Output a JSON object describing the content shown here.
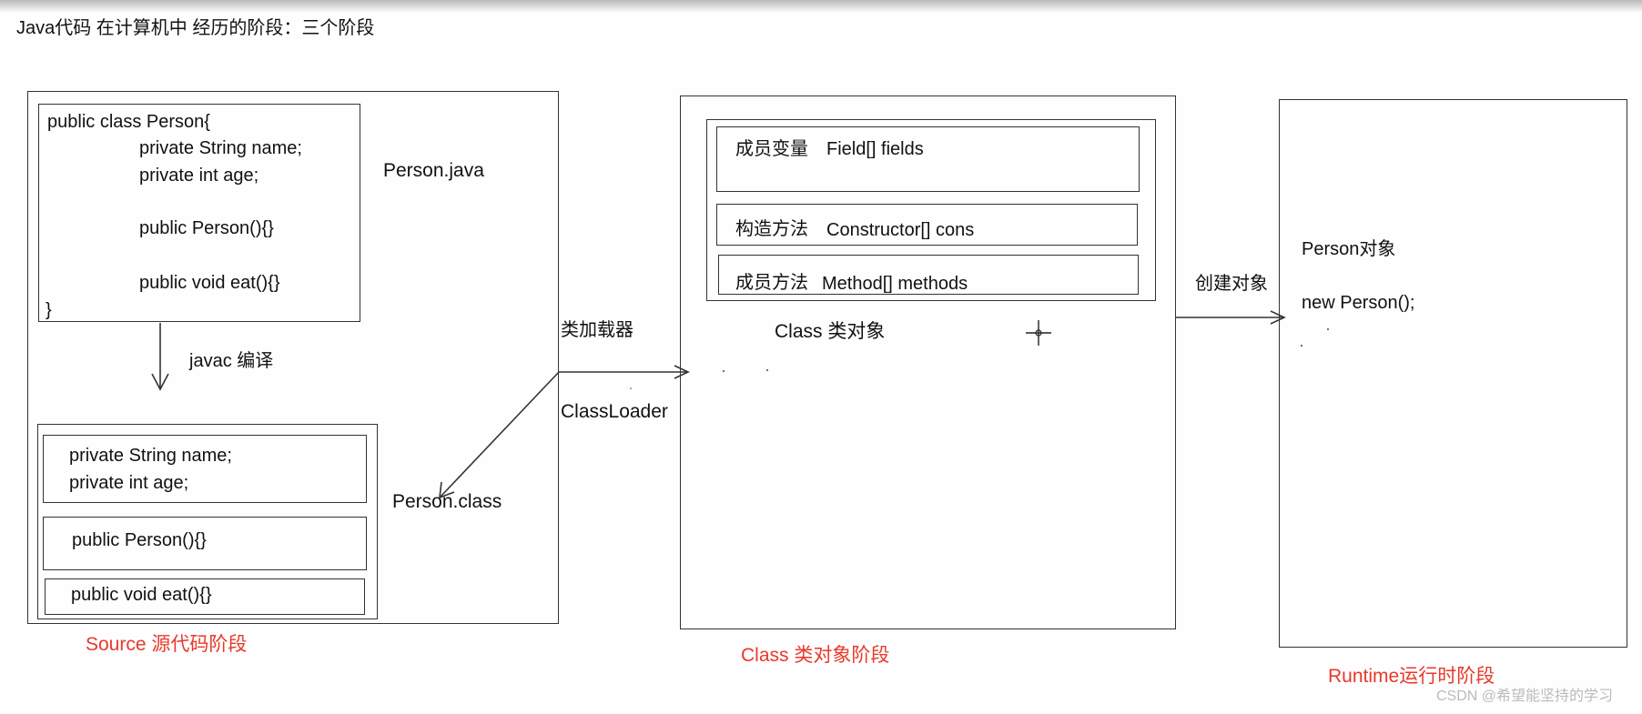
{
  "title": "Java代码 在计算机中 经历的阶段：三个阶段",
  "source_stage": {
    "label": "Source 源代码阶段",
    "java_file_label": "Person.java",
    "class_file_label": "Person.class",
    "java_code": [
      "public class Person{",
      "private String name;",
      "private int age;",
      "public Person(){}",
      "public void eat(){}",
      "}"
    ],
    "compile_label": "javac 编译",
    "class_parts": {
      "fields": [
        "private String name;",
        "private int age;"
      ],
      "constructor": "public Person(){}",
      "method": "public void eat(){}"
    }
  },
  "loader": {
    "label_cn": "类加载器",
    "label_en": "ClassLoader"
  },
  "class_stage": {
    "label": "Class 类对象阶段",
    "object_label": "Class 类对象",
    "rows": [
      {
        "name": "成员变量",
        "code": "Field[] fields"
      },
      {
        "name": "构造方法",
        "code": "Constructor[] cons"
      },
      {
        "name": "成员方法",
        "code": "Method[] methods"
      }
    ]
  },
  "create_label": "创建对象",
  "runtime_stage": {
    "label": "Runtime运行时阶段",
    "object_label": "Person对象",
    "code": "new Person();"
  },
  "watermark": "CSDN @希望能坚持的学习",
  "colors": {
    "stage_label": "#e8392b",
    "line": "#333333"
  }
}
